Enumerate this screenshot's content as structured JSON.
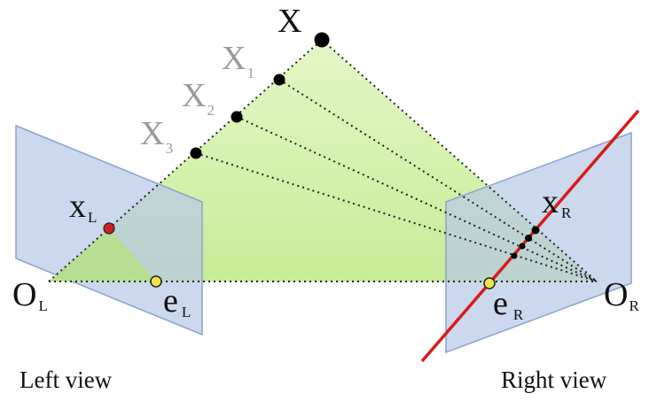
{
  "diagram": {
    "points": {
      "X": {
        "label": "X",
        "sub": ""
      },
      "X1": {
        "label": "X",
        "sub": "1"
      },
      "X2": {
        "label": "X",
        "sub": "2"
      },
      "X3": {
        "label": "X",
        "sub": "3"
      },
      "xL": {
        "label": "x",
        "sub": "L"
      },
      "xR": {
        "label": "x",
        "sub": "R"
      },
      "eL": {
        "label": "e",
        "sub": "L"
      },
      "eR": {
        "label": "e",
        "sub": "R"
      },
      "OL": {
        "label": "O",
        "sub": "L"
      },
      "OR": {
        "label": "O",
        "sub": "R"
      }
    },
    "captions": {
      "left": "Left view",
      "right": "Right view"
    },
    "colors": {
      "plane_fill": "#b9c9e6",
      "plane_stroke": "#8aa2cc",
      "epipolar_plane": "#c9ee9c",
      "epipolar_line": "#d81b1b",
      "epipole": "#f5e24a",
      "image_point": "#cc2222",
      "point": "#000000"
    }
  }
}
